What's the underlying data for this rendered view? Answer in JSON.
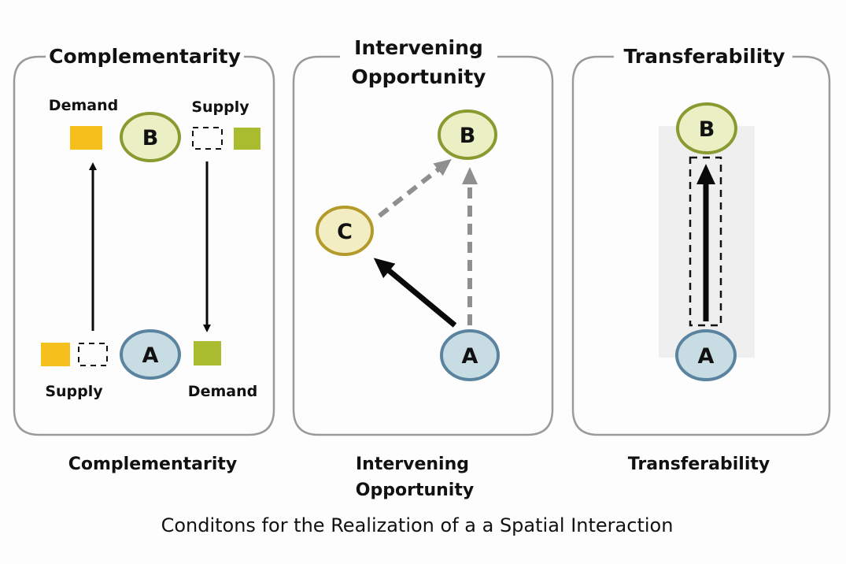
{
  "footer_title": "Conditons for the Realization of a a Spatial Interaction",
  "colors": {
    "panel_border": "#9a9a9a",
    "node_a_fill": "#c8dce3",
    "node_a_stroke": "#5a83a0",
    "node_b_fill": "#eaf0c4",
    "node_b_stroke": "#8a9a30",
    "node_c_fill": "#f3edc4",
    "node_c_stroke": "#b39a2a",
    "demand_yellow": "#f5c01c",
    "supply_green": "#a9bb2e",
    "dashed_arrow": "#8f8f8f",
    "solid_arrow": "#0a0a0a",
    "corridor": "#efefef"
  },
  "panels": [
    {
      "title": "Complementarity",
      "caption": "Complementarity",
      "nodes": {
        "a": "A",
        "b": "B"
      },
      "labels": {
        "top_left": "Demand",
        "top_right": "Supply",
        "bottom_left": "Supply",
        "bottom_right": "Demand"
      }
    },
    {
      "title_line1": "Intervening",
      "title_line2": "Opportunity",
      "caption_line1": "Intervening",
      "caption_line2": "Opportunity",
      "nodes": {
        "a": "A",
        "b": "B",
        "c": "C"
      }
    },
    {
      "title": "Transferability",
      "caption": "Transferability",
      "nodes": {
        "a": "A",
        "b": "B"
      }
    }
  ]
}
